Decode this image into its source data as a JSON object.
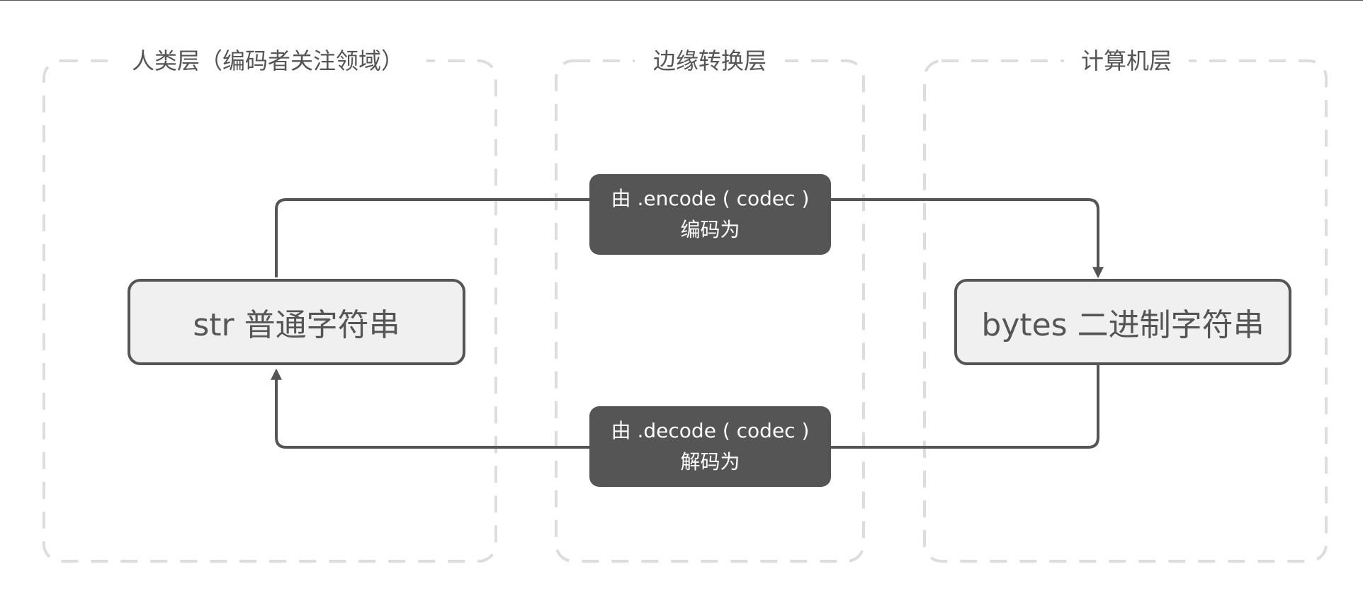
{
  "zones": {
    "human": {
      "title": "人类层（编码者关注领域）"
    },
    "edge": {
      "title": "边缘转换层"
    },
    "computer": {
      "title": "计算机层"
    }
  },
  "nodes": {
    "str": {
      "label": "str 普通字符串"
    },
    "bytes": {
      "label": "bytes 二进制字符串"
    }
  },
  "operations": {
    "encode": {
      "line1": "由 .encode ( codec )",
      "line2": "编码为"
    },
    "decode": {
      "line1": "由 .decode ( codec )",
      "line2": "解码为"
    }
  },
  "colors": {
    "stroke": "#555555",
    "zone_border": "#dddddd",
    "node_fill": "#f0f0f0",
    "op_fill": "#555555",
    "op_text": "#ffffff"
  }
}
